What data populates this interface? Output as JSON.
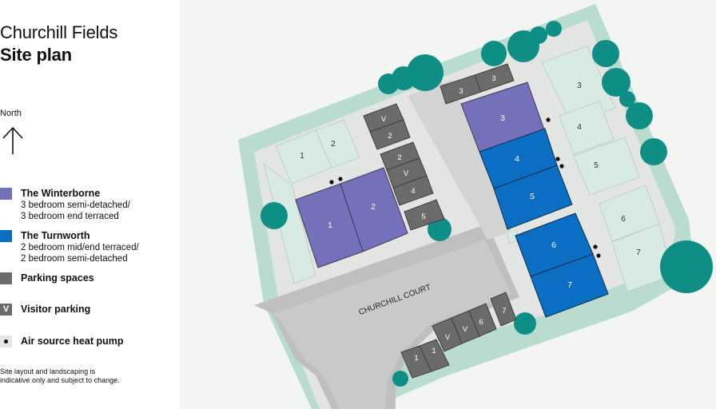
{
  "title": {
    "line1": "Churchill Fields",
    "line2": "Site plan"
  },
  "north": {
    "label": "North"
  },
  "legend": {
    "winterborne": {
      "name": "The Winterborne",
      "line1": "3 bedroom semi-detached/",
      "line2": "3 bedroom end terraced",
      "color": "#7470b9"
    },
    "turnworth": {
      "name": "The Turnworth",
      "line1": "2 bedroom mid/end terraced/",
      "line2": "2 bedroom semi-detached",
      "color": "#0a6ec2"
    },
    "parking": {
      "label": "Parking spaces",
      "color": "#6b6b6b"
    },
    "visitor": {
      "label": "Visitor parking",
      "symbol": "V"
    },
    "heat_pump": {
      "label": "Air source heat pump"
    }
  },
  "disclaimer": {
    "line1": "Site layout and landscaping is",
    "line2": "indicative only and subject to change."
  },
  "map": {
    "road_name": "CHURCHILL COURT",
    "plots": {
      "w1": "1",
      "w2": "2",
      "w3": "3",
      "t4": "4",
      "t5": "5",
      "t6": "6",
      "t7": "7"
    },
    "gardens": {
      "g1": "1",
      "g2": "2",
      "g3": "3",
      "g4": "4",
      "g5": "5",
      "g6": "6",
      "g7": "7"
    },
    "parking_a": [
      "V",
      "2"
    ],
    "parking_b": [
      "2",
      "V",
      "4"
    ],
    "parking_c": [
      "5"
    ],
    "parking_d": [
      "3",
      "3"
    ],
    "parking_e": [
      "1",
      "1",
      "V",
      "V",
      "6"
    ],
    "parking_f": [
      "7"
    ]
  }
}
